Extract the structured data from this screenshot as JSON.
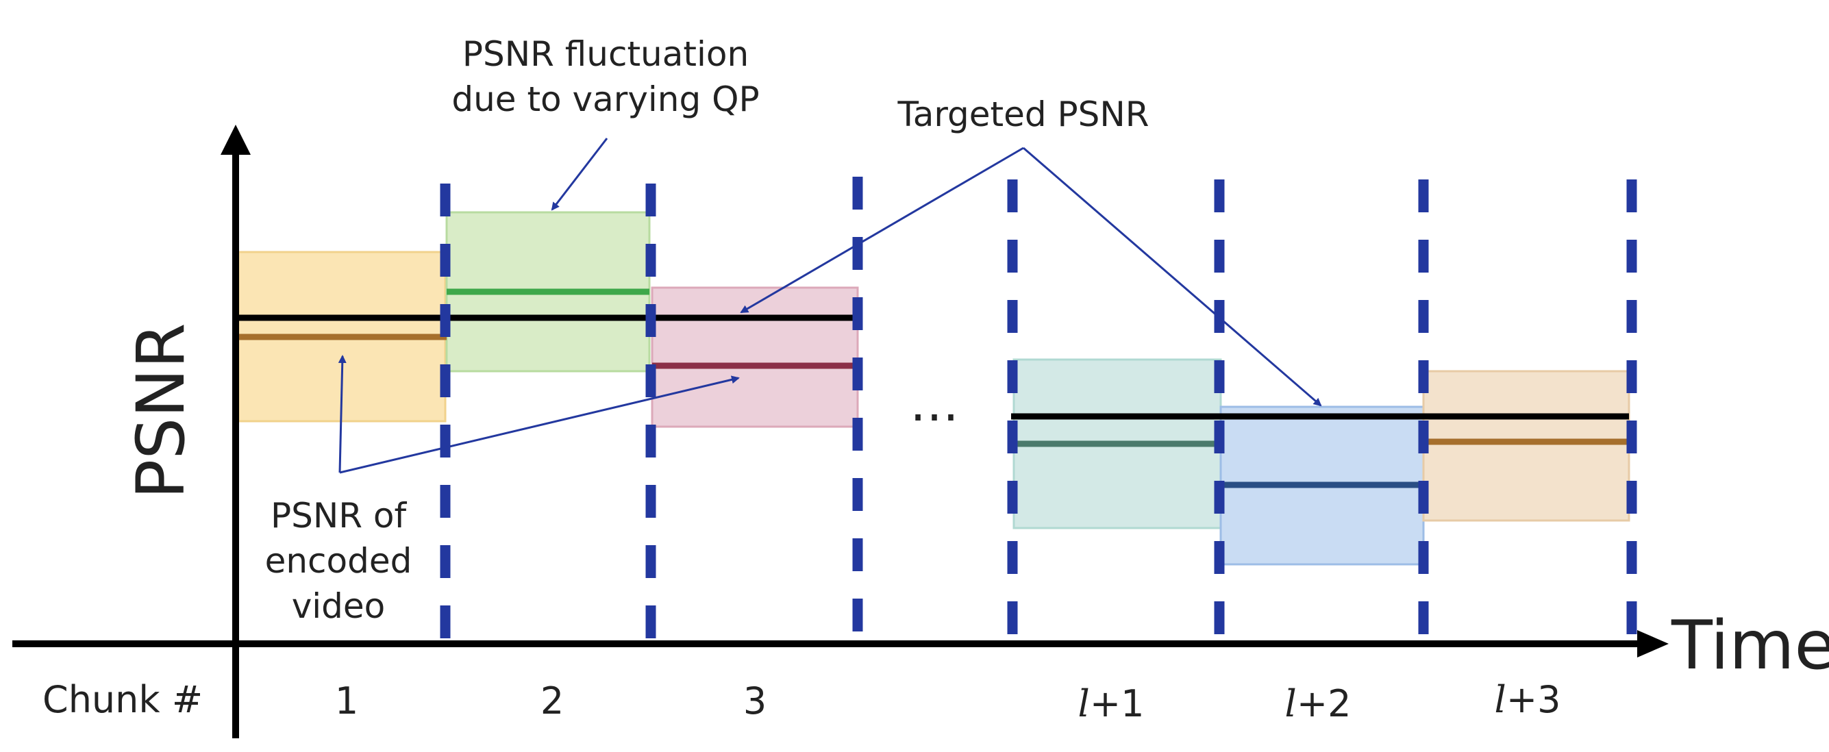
{
  "axes": {
    "y_label": "PSNR",
    "x_label": "Time",
    "row_label": "Chunk #"
  },
  "chunks": [
    {
      "label": "1",
      "fill": "#fbe5b4",
      "stroke": "#f1d28c",
      "line": "#a66f2c"
    },
    {
      "label": "2",
      "fill": "#d9ecc7",
      "stroke": "#b8dba0",
      "line": "#3ea84a"
    },
    {
      "label": "3",
      "fill": "#ecd0da",
      "stroke": "#dca9b9",
      "line": "#8b2f47"
    },
    {
      "label_italic": "l",
      "label_suffix": "+1",
      "fill": "#d3e9e6",
      "stroke": "#b0d9d2",
      "line": "#4a7a6c"
    },
    {
      "label_italic": "l",
      "label_suffix": "+2",
      "fill": "#c9dcf3",
      "stroke": "#9dbde6",
      "line": "#2a4f84"
    },
    {
      "label_italic": "l",
      "label_suffix": "+3",
      "fill": "#f3e2cc",
      "stroke": "#e7cba6",
      "line": "#a66f2c"
    }
  ],
  "ellipsis": "…",
  "annotations": {
    "fluctuation_line1": "PSNR fluctuation",
    "fluctuation_line2": "due to varying QP",
    "targeted": "Targeted PSNR",
    "encoded_line1": "PSNR of",
    "encoded_line2": "encoded",
    "encoded_line3": "video"
  },
  "colors": {
    "axis": "#000000",
    "boundary": "#23389f",
    "arrow": "#23389f",
    "target_line": "#000000"
  }
}
